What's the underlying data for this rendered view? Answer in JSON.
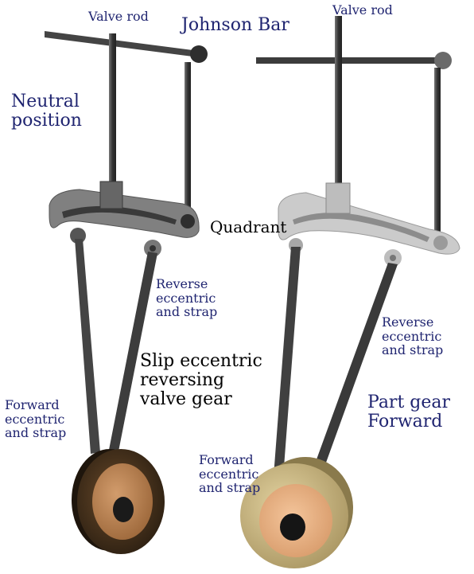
{
  "colors": {
    "label_blue": "#1f2470",
    "label_black": "#000000",
    "rod_dark": "#3a3a3a",
    "rod_mid": "#5e5e5e",
    "quadrant_left": "#7b7b7b",
    "quadrant_right": "#c9c9c9",
    "wheel_left_outer": "#3b2a18",
    "wheel_left_inner": "#b07a4e",
    "wheel_right_outer": "#c7b27a",
    "wheel_right_inner": "#e8b083"
  },
  "left": {
    "valve_rod": "Valve rod",
    "johnson_bar": "Johnson Bar",
    "neutral_position": "Neutral\nposition",
    "reverse_eccentric": "Reverse\neccentric\nand strap",
    "caption": "Slip eccentric\nreversing\nvalve gear",
    "forward_eccentric": "Forward\neccentric\nand strap"
  },
  "right": {
    "valve_rod": "Valve rod",
    "quadrant": "Quadrant",
    "reverse_eccentric": "Reverse\neccentric\nand strap",
    "part_gear": "Part gear\nForward",
    "forward_eccentric": "Forward\neccentric\nand strap"
  }
}
